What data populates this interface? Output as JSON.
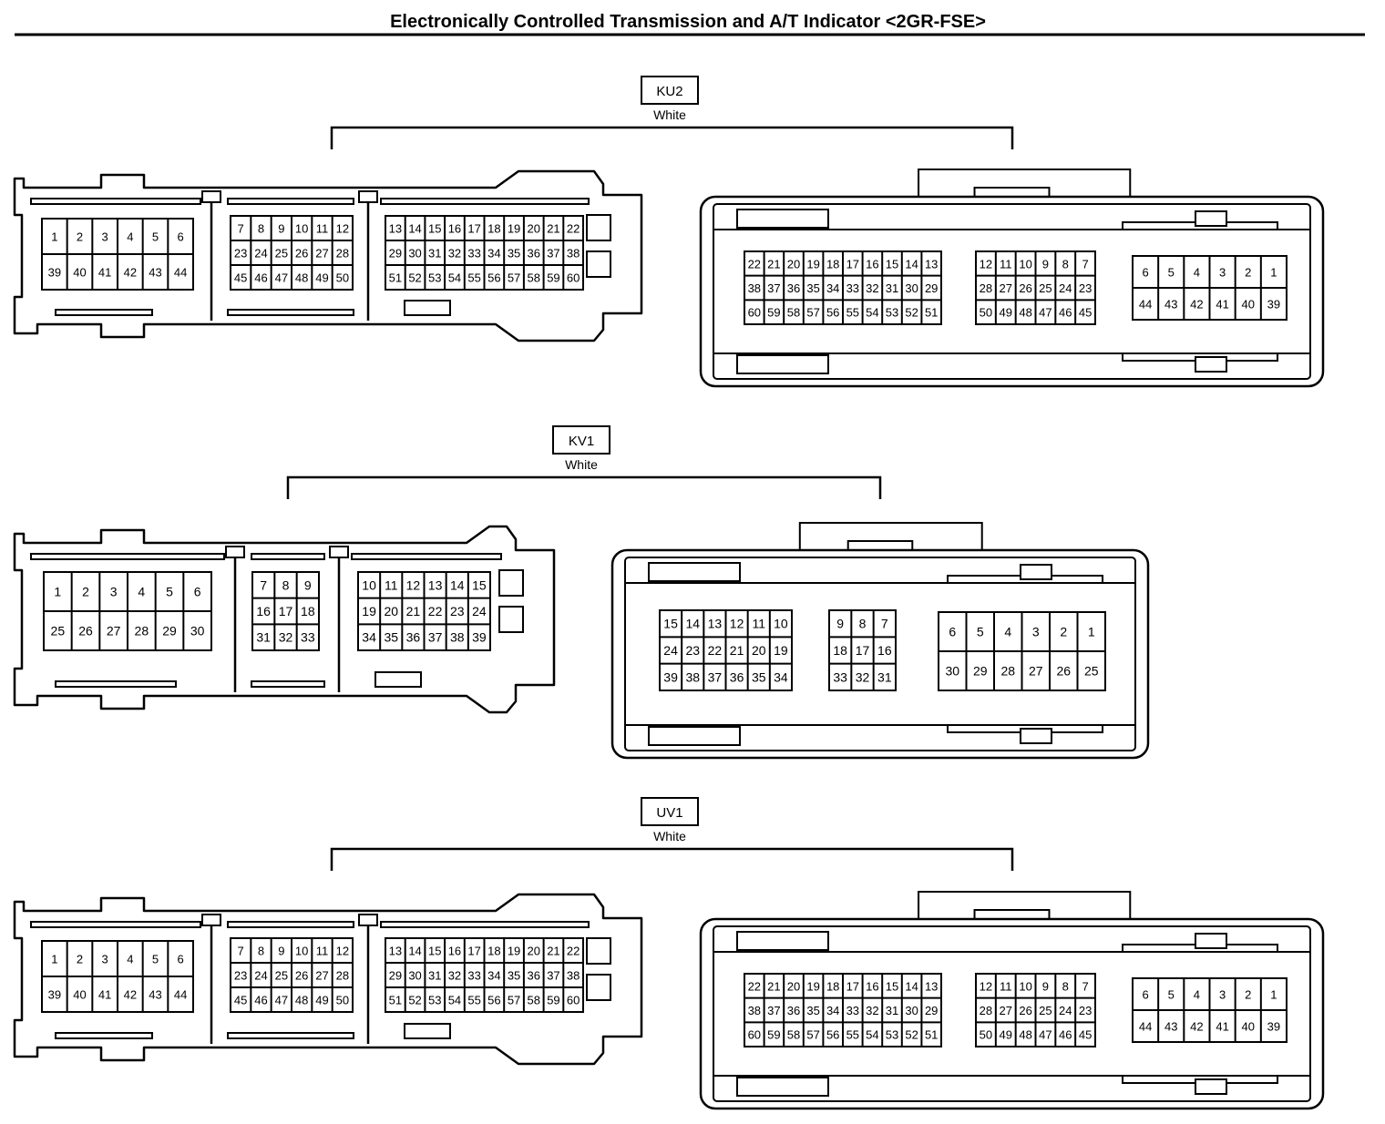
{
  "title": "Electronically Controlled Transmission and A/T Indicator <2GR-FSE>",
  "connectors": [
    {
      "tag": "KU2",
      "color": "White",
      "left_header": {
        "blocks": [
          {
            "rows": [
              [
                "1",
                "2",
                "3",
                "4",
                "5",
                "6"
              ],
              [
                "39",
                "40",
                "41",
                "42",
                "43",
                "44"
              ]
            ]
          },
          {
            "rows": [
              [
                "7",
                "8",
                "9",
                "10",
                "11",
                "12"
              ],
              [
                "23",
                "24",
                "25",
                "26",
                "27",
                "28"
              ],
              [
                "45",
                "46",
                "47",
                "48",
                "49",
                "50"
              ]
            ]
          },
          {
            "rows": [
              [
                "13",
                "14",
                "15",
                "16",
                "17",
                "18",
                "19",
                "20",
                "21",
                "22"
              ],
              [
                "29",
                "30",
                "31",
                "32",
                "33",
                "34",
                "35",
                "36",
                "37",
                "38"
              ],
              [
                "51",
                "52",
                "53",
                "54",
                "55",
                "56",
                "57",
                "58",
                "59",
                "60"
              ]
            ]
          }
        ]
      },
      "right_plug": {
        "blocks": [
          {
            "rows": [
              [
                "22",
                "21",
                "20",
                "19",
                "18",
                "17",
                "16",
                "15",
                "14",
                "13"
              ],
              [
                "38",
                "37",
                "36",
                "35",
                "34",
                "33",
                "32",
                "31",
                "30",
                "29"
              ],
              [
                "60",
                "59",
                "58",
                "57",
                "56",
                "55",
                "54",
                "53",
                "52",
                "51"
              ]
            ]
          },
          {
            "rows": [
              [
                "12",
                "11",
                "10",
                "9",
                "8",
                "7"
              ],
              [
                "28",
                "27",
                "26",
                "25",
                "24",
                "23"
              ],
              [
                "50",
                "49",
                "48",
                "47",
                "46",
                "45"
              ]
            ]
          },
          {
            "rows": [
              [
                "6",
                "5",
                "4",
                "3",
                "2",
                "1"
              ],
              [
                "44",
                "43",
                "42",
                "41",
                "40",
                "39"
              ]
            ]
          }
        ]
      }
    },
    {
      "tag": "KV1",
      "color": "White",
      "left_header": {
        "blocks": [
          {
            "rows": [
              [
                "1",
                "2",
                "3",
                "4",
                "5",
                "6"
              ],
              [
                "25",
                "26",
                "27",
                "28",
                "29",
                "30"
              ]
            ]
          },
          {
            "rows": [
              [
                "7",
                "8",
                "9"
              ],
              [
                "16",
                "17",
                "18"
              ],
              [
                "31",
                "32",
                "33"
              ]
            ]
          },
          {
            "rows": [
              [
                "10",
                "11",
                "12",
                "13",
                "14",
                "15"
              ],
              [
                "19",
                "20",
                "21",
                "22",
                "23",
                "24"
              ],
              [
                "34",
                "35",
                "36",
                "37",
                "38",
                "39"
              ]
            ]
          }
        ]
      },
      "right_plug": {
        "blocks": [
          {
            "rows": [
              [
                "15",
                "14",
                "13",
                "12",
                "11",
                "10"
              ],
              [
                "24",
                "23",
                "22",
                "21",
                "20",
                "19"
              ],
              [
                "39",
                "38",
                "37",
                "36",
                "35",
                "34"
              ]
            ]
          },
          {
            "rows": [
              [
                "9",
                "8",
                "7"
              ],
              [
                "18",
                "17",
                "16"
              ],
              [
                "33",
                "32",
                "31"
              ]
            ]
          },
          {
            "rows": [
              [
                "6",
                "5",
                "4",
                "3",
                "2",
                "1"
              ],
              [
                "30",
                "29",
                "28",
                "27",
                "26",
                "25"
              ]
            ]
          }
        ]
      }
    },
    {
      "tag": "UV1",
      "color": "White",
      "left_header": {
        "blocks": [
          {
            "rows": [
              [
                "1",
                "2",
                "3",
                "4",
                "5",
                "6"
              ],
              [
                "39",
                "40",
                "41",
                "42",
                "43",
                "44"
              ]
            ]
          },
          {
            "rows": [
              [
                "7",
                "8",
                "9",
                "10",
                "11",
                "12"
              ],
              [
                "23",
                "24",
                "25",
                "26",
                "27",
                "28"
              ],
              [
                "45",
                "46",
                "47",
                "48",
                "49",
                "50"
              ]
            ]
          },
          {
            "rows": [
              [
                "13",
                "14",
                "15",
                "16",
                "17",
                "18",
                "19",
                "20",
                "21",
                "22"
              ],
              [
                "29",
                "30",
                "31",
                "32",
                "33",
                "34",
                "35",
                "36",
                "37",
                "38"
              ],
              [
                "51",
                "52",
                "53",
                "54",
                "55",
                "56",
                "57",
                "58",
                "59",
                "60"
              ]
            ]
          }
        ]
      },
      "right_plug": {
        "blocks": [
          {
            "rows": [
              [
                "22",
                "21",
                "20",
                "19",
                "18",
                "17",
                "16",
                "15",
                "14",
                "13"
              ],
              [
                "38",
                "37",
                "36",
                "35",
                "34",
                "33",
                "32",
                "31",
                "30",
                "29"
              ],
              [
                "60",
                "59",
                "58",
                "57",
                "56",
                "55",
                "54",
                "53",
                "52",
                "51"
              ]
            ]
          },
          {
            "rows": [
              [
                "12",
                "11",
                "10",
                "9",
                "8",
                "7"
              ],
              [
                "28",
                "27",
                "26",
                "25",
                "24",
                "23"
              ],
              [
                "50",
                "49",
                "48",
                "47",
                "46",
                "45"
              ]
            ]
          },
          {
            "rows": [
              [
                "6",
                "5",
                "4",
                "3",
                "2",
                "1"
              ],
              [
                "44",
                "43",
                "42",
                "41",
                "40",
                "39"
              ]
            ]
          }
        ]
      }
    }
  ]
}
